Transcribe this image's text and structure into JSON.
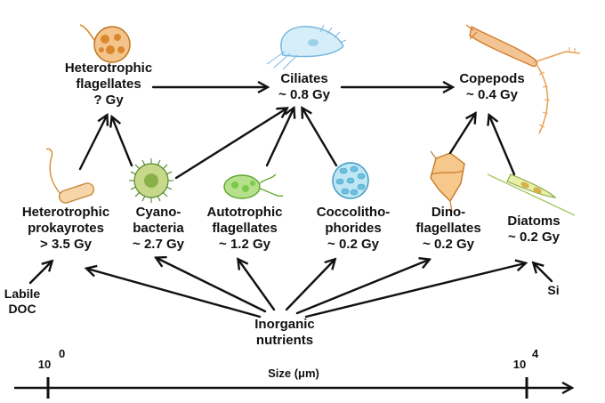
{
  "nodes": {
    "het_flag": {
      "lines": [
        "Heterotrophic",
        "flagellates",
        "? Gy"
      ]
    },
    "ciliates": {
      "lines": [
        "Ciliates",
        "~ 0.8 Gy"
      ]
    },
    "copepods": {
      "lines": [
        "Copepods",
        "~ 0.4 Gy"
      ]
    },
    "het_prok": {
      "lines": [
        "Heterotrophic",
        "prokayrotes",
        "> 3.5 Gy"
      ]
    },
    "cyano": {
      "lines": [
        "Cyano-",
        "bacteria",
        "~ 2.7 Gy"
      ]
    },
    "auto_flag": {
      "lines": [
        "Autotrophic",
        "flagellates",
        "~ 1.2 Gy"
      ]
    },
    "cocco": {
      "lines": [
        "Coccolitho-",
        "phorides",
        "~ 0.2 Gy"
      ]
    },
    "dino": {
      "lines": [
        "Dino-",
        "flagellates",
        "~ 0.2 Gy"
      ]
    },
    "diatoms": {
      "lines": [
        "Diatoms",
        "~ 0.2 Gy"
      ]
    },
    "labile": {
      "lines": [
        "Labile",
        "DOC"
      ]
    },
    "inorganic": {
      "lines": [
        "Inorganic",
        "nutrients"
      ]
    },
    "si": {
      "lines": [
        "Si"
      ]
    }
  },
  "axis": {
    "label": "Size (μm)",
    "left_tick_base": "10",
    "left_tick_exp": "0",
    "right_tick_base": "10",
    "right_tick_exp": "4"
  },
  "colors": {
    "ink": "#111111",
    "flagellate_orange": "#d9892c",
    "ciliate_blue": "#9fd0ea",
    "copepod_orange": "#e9a25a",
    "cyano_green": "#5a8a2a",
    "auto_green": "#7cc84a",
    "cocco_blue": "#6cc0e0",
    "diatom_green": "#a8c86a"
  },
  "icons": [
    "flagellate-cell-icon",
    "ciliate-icon",
    "copepod-icon",
    "prokaryote-rod-icon",
    "cyanobacteria-colony-icon",
    "autotrophic-flagellate-icon",
    "coccolithophore-icon",
    "dinoflagellate-icon",
    "diatom-chain-icon"
  ]
}
